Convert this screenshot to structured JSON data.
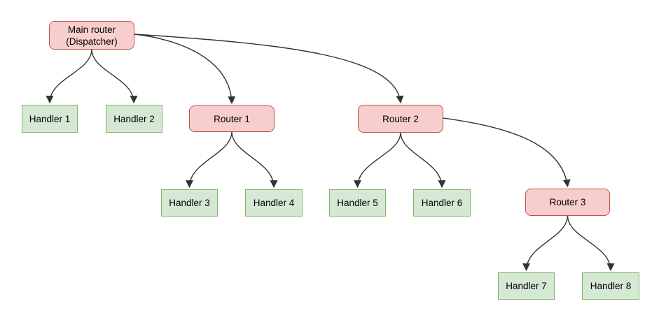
{
  "diagram": {
    "type": "flowchart",
    "background": "#ffffff",
    "colors": {
      "router_fill": "#f8cecc",
      "router_stroke": "#b85450",
      "handler_fill": "#d5e8d4",
      "handler_stroke": "#82b366",
      "edge_stroke": "#333333",
      "text_color": "#000000"
    },
    "nodes": {
      "main": {
        "label": "Main router\n(Dispatcher)",
        "type": "router"
      },
      "handler1": {
        "label": "Handler 1",
        "type": "handler"
      },
      "handler2": {
        "label": "Handler 2",
        "type": "handler"
      },
      "router1": {
        "label": "Router 1",
        "type": "router"
      },
      "router2": {
        "label": "Router 2",
        "type": "router"
      },
      "handler3": {
        "label": "Handler 3",
        "type": "handler"
      },
      "handler4": {
        "label": "Handler 4",
        "type": "handler"
      },
      "handler5": {
        "label": "Handler 5",
        "type": "handler"
      },
      "handler6": {
        "label": "Handler 6",
        "type": "handler"
      },
      "router3": {
        "label": "Router 3",
        "type": "router"
      },
      "handler7": {
        "label": "Handler 7",
        "type": "handler"
      },
      "handler8": {
        "label": "Handler 8",
        "type": "handler"
      }
    },
    "edges": [
      {
        "from": "main",
        "to": "handler1"
      },
      {
        "from": "main",
        "to": "handler2"
      },
      {
        "from": "main",
        "to": "router1"
      },
      {
        "from": "main",
        "to": "router2"
      },
      {
        "from": "router1",
        "to": "handler3"
      },
      {
        "from": "router1",
        "to": "handler4"
      },
      {
        "from": "router2",
        "to": "handler5"
      },
      {
        "from": "router2",
        "to": "handler6"
      },
      {
        "from": "router2",
        "to": "router3"
      },
      {
        "from": "router3",
        "to": "handler7"
      },
      {
        "from": "router3",
        "to": "handler8"
      }
    ]
  }
}
